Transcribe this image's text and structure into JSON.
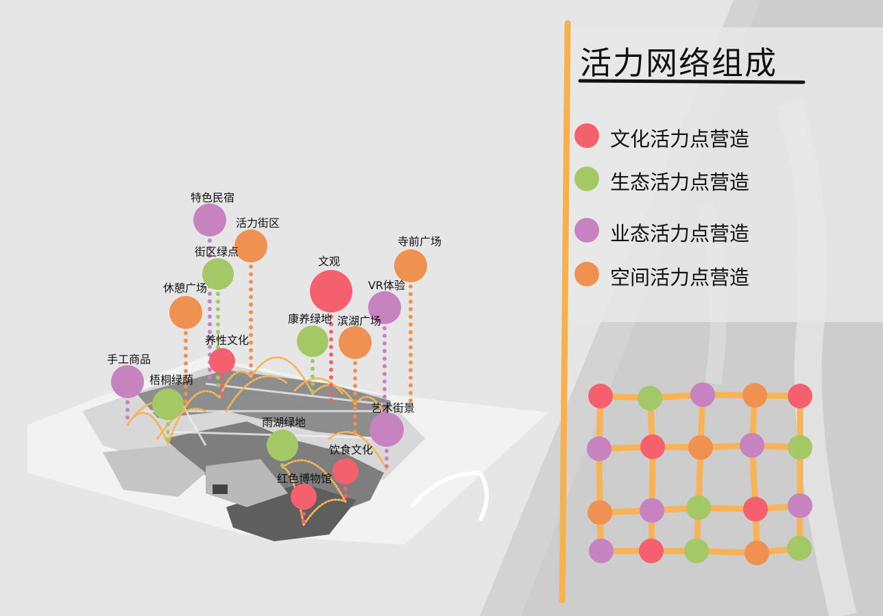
{
  "colors": {
    "culture": "#f5606f",
    "ecology": "#a5c866",
    "business": "#c783c0",
    "space": "#ef9150",
    "network_line": "#f7b356",
    "divider": "#f6b04c"
  },
  "legend": {
    "title": "活力网络组成",
    "items": [
      {
        "label": "文化活力点营造",
        "category": "culture"
      },
      {
        "label": "生态活力点营造",
        "category": "ecology"
      },
      {
        "label": "业态活力点营造",
        "category": "business"
      },
      {
        "label": "空间活力点营造",
        "category": "space"
      }
    ]
  },
  "map_points": [
    {
      "label": "特色民宿",
      "category": "business"
    },
    {
      "label": "活力街区",
      "category": "space"
    },
    {
      "label": "街区绿点",
      "category": "ecology"
    },
    {
      "label": "休憩广场",
      "category": "space"
    },
    {
      "label": "文观",
      "category": "culture"
    },
    {
      "label": "寺前广场",
      "category": "space"
    },
    {
      "label": "VR体验",
      "category": "business"
    },
    {
      "label": "康养绿地",
      "category": "ecology"
    },
    {
      "label": "滨湖广场",
      "category": "space"
    },
    {
      "label": "养性文化",
      "category": "culture"
    },
    {
      "label": "手工商品",
      "category": "business"
    },
    {
      "label": "梧桐绿荫",
      "category": "ecology"
    },
    {
      "label": "艺术街景",
      "category": "business"
    },
    {
      "label": "雨湖绿地",
      "category": "ecology"
    },
    {
      "label": "饮食文化",
      "category": "culture"
    },
    {
      "label": "红色博物馆",
      "category": "culture"
    }
  ],
  "network_grid": [
    [
      "culture",
      "ecology",
      "business",
      "space",
      "culture"
    ],
    [
      "business",
      "culture",
      "space",
      "business",
      "ecology"
    ],
    [
      "space",
      "business",
      "ecology",
      "culture",
      "business"
    ],
    [
      "business",
      "culture",
      "ecology",
      "space",
      "ecology"
    ]
  ]
}
